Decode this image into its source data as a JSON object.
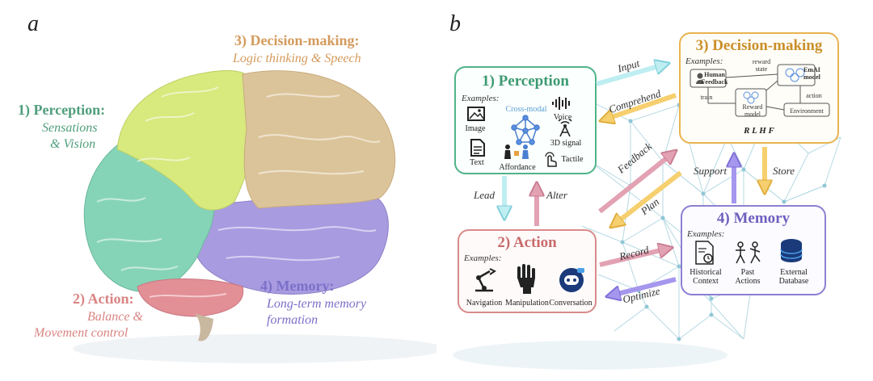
{
  "panel_a": {
    "letter": "a",
    "regions": [
      {
        "title": "1) Perception",
        "suffix": ":",
        "sub1": "Sensations",
        "sub2": "& Vision",
        "color": "#4f9e7c",
        "fill": "#86d4b8"
      },
      {
        "title": "2) Action",
        "suffix": ":",
        "sub1": "Balance &",
        "sub2": "Movement control",
        "color": "#d98482",
        "fill": "#e38f96"
      },
      {
        "title": "3) Decision-making",
        "suffix": ":",
        "sub1": "Logic thinking & Speech",
        "sub2": "",
        "color": "#d49a5c",
        "fill": "#dcc49a"
      },
      {
        "title": "4) Memory",
        "suffix": ":",
        "sub1": "Long-term memory",
        "sub2": "formation",
        "color": "#7a70c8",
        "fill": "#a99be0"
      }
    ],
    "frontal_fill": "#d8e97e"
  },
  "panel_b": {
    "letter": "b",
    "perception": {
      "title": "1) Perception",
      "examples": "Examples:",
      "items": [
        "Image",
        "Cross-modal",
        "Voice",
        "Text",
        "3D signal",
        "Affordance",
        "Tactile"
      ]
    },
    "action": {
      "title": "2) Action",
      "examples": "Examples:",
      "items": [
        "Navigation",
        "Manipulation",
        "Conversation"
      ]
    },
    "decision": {
      "title": "3) Decision-making",
      "examples": "Examples:",
      "human_feedback": [
        "Human",
        "Feedback"
      ],
      "emai": [
        "EmAI",
        "model"
      ],
      "reward_model": [
        "Reward",
        "model"
      ],
      "environment": "Environment",
      "reward_state": [
        "reward",
        "state"
      ],
      "train": "train",
      "action": "action",
      "rlhf": "R L H F"
    },
    "memory": {
      "title": "4) Memory",
      "examples": "Examples:",
      "items": [
        [
          "Historical",
          "Context"
        ],
        [
          "Past",
          "Actions"
        ],
        [
          "External",
          "Database"
        ]
      ]
    },
    "arrows": [
      "Input",
      "Comprehend",
      "Lead",
      "Alter",
      "Feedback",
      "Plan",
      "Support",
      "Store",
      "Record",
      "Optimize"
    ],
    "colors": {
      "perception": "#4fb389",
      "action": "#d98a8a",
      "decision": "#e8b350",
      "memory": "#8e7fd1",
      "cyan": "#8ad6e0",
      "pink": "#d995a8",
      "gold": "#f0c15a",
      "purple": "#8f7fe0"
    }
  }
}
